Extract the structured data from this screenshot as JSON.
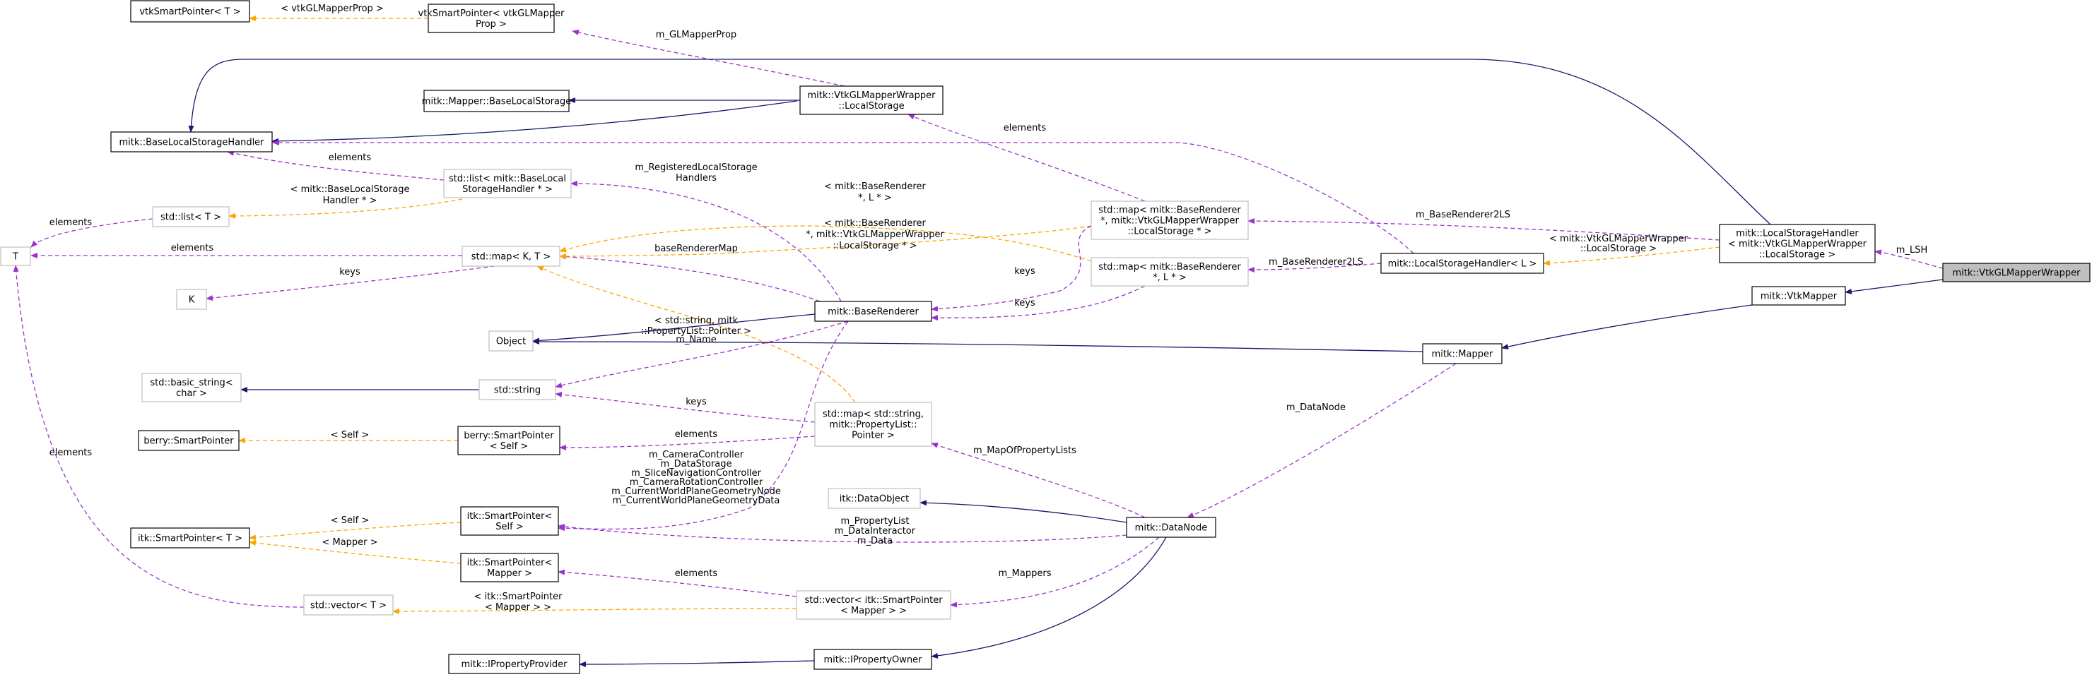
{
  "nodes": {
    "vtkSP_T": {
      "lines": [
        "vtkSmartPointer< T >"
      ],
      "style": "black"
    },
    "vtkSP_Prop": {
      "lines": [
        "vtkSmartPointer< vtkGLMapper",
        "Prop >"
      ],
      "style": "black"
    },
    "mapperBLS": {
      "lines": [
        "mitk::Mapper::BaseLocalStorage"
      ],
      "style": "black"
    },
    "wrapperLS": {
      "lines": [
        "mitk::VtkGLMapperWrapper",
        "::LocalStorage"
      ],
      "style": "black"
    },
    "baseLSH": {
      "lines": [
        "mitk::BaseLocalStorageHandler"
      ],
      "style": "black"
    },
    "listBLSH": {
      "lines": [
        "std::list< mitk::BaseLocal",
        "StorageHandler * >"
      ],
      "style": "gray"
    },
    "listT": {
      "lines": [
        "std::list< T >"
      ],
      "style": "gray"
    },
    "T": {
      "lines": [
        "T"
      ],
      "style": "gray"
    },
    "mapKT": {
      "lines": [
        "std::map< K, T >"
      ],
      "style": "gray"
    },
    "K": {
      "lines": [
        "K"
      ],
      "style": "gray"
    },
    "Object": {
      "lines": [
        "Object"
      ],
      "style": "gray"
    },
    "basicString": {
      "lines": [
        "std::basic_string<",
        "char >"
      ],
      "style": "gray"
    },
    "stdString": {
      "lines": [
        "std::string"
      ],
      "style": "gray"
    },
    "berrySPT": {
      "lines": [
        "berry::SmartPointer"
      ],
      "style": "black"
    },
    "berrySPSelf": {
      "lines": [
        "berry::SmartPointer",
        "< Self >"
      ],
      "style": "black"
    },
    "itkSPT": {
      "lines": [
        "itk::SmartPointer< T >"
      ],
      "style": "black"
    },
    "itkSPSelf": {
      "lines": [
        "itk::SmartPointer<",
        "Self >"
      ],
      "style": "black"
    },
    "itkSPMapper": {
      "lines": [
        "itk::SmartPointer<",
        "Mapper >"
      ],
      "style": "black"
    },
    "vectorT": {
      "lines": [
        "std::vector< T >"
      ],
      "style": "gray"
    },
    "propProvider": {
      "lines": [
        "mitk::IPropertyProvider"
      ],
      "style": "black"
    },
    "baseRenderer": {
      "lines": [
        "mitk::BaseRenderer"
      ],
      "style": "black"
    },
    "mapStrProp": {
      "lines": [
        "std::map< std::string,",
        "mitk::PropertyList::",
        "Pointer >"
      ],
      "style": "gray"
    },
    "dataObject": {
      "lines": [
        "itk::DataObject"
      ],
      "style": "gray"
    },
    "vectorItkSP": {
      "lines": [
        "std::vector< itk::SmartPointer",
        "< Mapper > >"
      ],
      "style": "gray"
    },
    "propOwner": {
      "lines": [
        "mitk::IPropertyOwner"
      ],
      "style": "black"
    },
    "mapBRWrapper": {
      "lines": [
        "std::map< mitk::BaseRenderer",
        "*, mitk::VtkGLMapperWrapper",
        "::LocalStorage * >"
      ],
      "style": "gray"
    },
    "mapBRL": {
      "lines": [
        "std::map< mitk::BaseRenderer",
        "*, L * >"
      ],
      "style": "gray"
    },
    "lshL": {
      "lines": [
        "mitk::LocalStorageHandler< L >"
      ],
      "style": "black"
    },
    "mapper": {
      "lines": [
        "mitk::Mapper"
      ],
      "style": "black"
    },
    "dataNode": {
      "lines": [
        "mitk::DataNode"
      ],
      "style": "black"
    },
    "lshWrapper": {
      "lines": [
        "mitk::LocalStorageHandler",
        "< mitk::VtkGLMapperWrapper",
        "::LocalStorage >"
      ],
      "style": "black"
    },
    "vtkMapper": {
      "lines": [
        "mitk::VtkMapper"
      ],
      "style": "black"
    },
    "vtkGLMW": {
      "lines": [
        "mitk::VtkGLMapperWrapper"
      ],
      "style": "selected"
    }
  },
  "edges": {
    "e_vtkprop": {
      "kind": "template",
      "label": [
        "< vtkGLMapperProp >"
      ]
    },
    "e_glprop": {
      "kind": "usage",
      "label": [
        "m_GLMapperProp"
      ]
    },
    "e_bls": {
      "kind": "inherit",
      "label": []
    },
    "e_lsh_bh": {
      "kind": "inherit",
      "label": []
    },
    "e_lsh_top": {
      "kind": "inherit",
      "label": []
    },
    "e_elem1": {
      "kind": "usage",
      "label": [
        "elements"
      ]
    },
    "e_elem2": {
      "kind": "usage",
      "label": [
        "elements"
      ]
    },
    "e_listT_T": {
      "kind": "usage",
      "label": [
        "elements"
      ]
    },
    "e_listtempl": {
      "kind": "template",
      "label": [
        "< mitk::BaseLocalStorage",
        "Handler * >"
      ]
    },
    "e_map_T": {
      "kind": "usage",
      "label": [
        "elements"
      ]
    },
    "e_map_K": {
      "kind": "usage",
      "label": [
        "keys"
      ]
    },
    "e_vec_T": {
      "kind": "usage",
      "label": [
        "elements"
      ]
    },
    "e_regls": {
      "kind": "usage",
      "label": [
        "m_RegisteredLocalStorage",
        "Handlers"
      ]
    },
    "e_brmap": {
      "kind": "usage",
      "label": [
        "baseRendererMap"
      ]
    },
    "e_tmpl_brl": {
      "kind": "template",
      "label": [
        "< mitk::BaseRenderer",
        "*, L * >"
      ]
    },
    "e_tmpl_brw": {
      "kind": "template",
      "label": [
        "< mitk::BaseRenderer",
        "*, mitk::VtkGLMapperWrapper",
        "::LocalStorage * >"
      ]
    },
    "e_tmpl_strprop": {
      "kind": "template",
      "label": [
        "< std::string, mitk",
        "::PropertyList::Pointer >"
      ]
    },
    "e_keys_brw": {
      "kind": "usage",
      "label": [
        "keys"
      ]
    },
    "e_keys_brl": {
      "kind": "usage",
      "label": [
        "keys"
      ]
    },
    "e_obj": {
      "kind": "inherit",
      "label": []
    },
    "e_name": {
      "kind": "usage",
      "label": [
        "m_Name"
      ]
    },
    "e_str_basic": {
      "kind": "inherit",
      "label": []
    },
    "e_keys_str": {
      "kind": "usage",
      "label": [
        "keys"
      ]
    },
    "e_elem_berry": {
      "kind": "usage",
      "label": [
        "elements"
      ]
    },
    "e_berry_tmpl": {
      "kind": "template",
      "label": [
        "< Self >"
      ]
    },
    "e_itk_self_tmpl": {
      "kind": "template",
      "label": [
        "< Self >"
      ]
    },
    "e_itk_mapper_tmpl": {
      "kind": "template",
      "label": [
        "< Mapper >"
      ]
    },
    "e_vec_tmpl": {
      "kind": "template",
      "label": [
        "< itk::SmartPointer",
        "< Mapper > >"
      ]
    },
    "e_elem_vec": {
      "kind": "usage",
      "label": [
        "elements"
      ]
    },
    "e_ctrl": {
      "kind": "usage",
      "label": [
        "m_CameraController",
        "m_DataStorage",
        "m_SliceNavigationController",
        "m_CameraRotationController",
        "m_CurrentWorldPlaneGeometryNode",
        "m_CurrentWorldPlaneGeometryData"
      ]
    },
    "e_proplist": {
      "kind": "usage",
      "label": [
        "m_PropertyList",
        "m_DataInteractor",
        "m_Data"
      ]
    },
    "e_mappers": {
      "kind": "usage",
      "label": [
        "m_Mappers"
      ]
    },
    "e_mapofprop": {
      "kind": "usage",
      "label": [
        "m_MapOfPropertyLists"
      ]
    },
    "e_dataobj": {
      "kind": "inherit",
      "label": []
    },
    "e_owner": {
      "kind": "inherit",
      "label": []
    },
    "e_provider": {
      "kind": "inherit",
      "label": []
    },
    "e_mapper_obj": {
      "kind": "inherit",
      "label": []
    },
    "e_datanode": {
      "kind": "usage",
      "label": [
        "m_DataNode"
      ]
    },
    "e_vtkm_mapper": {
      "kind": "inherit",
      "label": []
    },
    "e_vglmw_vtkm": {
      "kind": "inherit",
      "label": []
    },
    "e_lsh": {
      "kind": "usage",
      "label": [
        "m_LSH"
      ]
    },
    "e_br2ls_1": {
      "kind": "usage",
      "label": [
        "m_BaseRenderer2LS"
      ]
    },
    "e_br2ls_2": {
      "kind": "usage",
      "label": [
        "m_BaseRenderer2LS"
      ]
    },
    "e_lsh_tmpl": {
      "kind": "template",
      "label": [
        "< mitk::VtkGLMapperWrapper",
        "::LocalStorage >"
      ]
    },
    "e_elem_wrap": {
      "kind": "usage",
      "label": [
        "elements"
      ]
    }
  }
}
